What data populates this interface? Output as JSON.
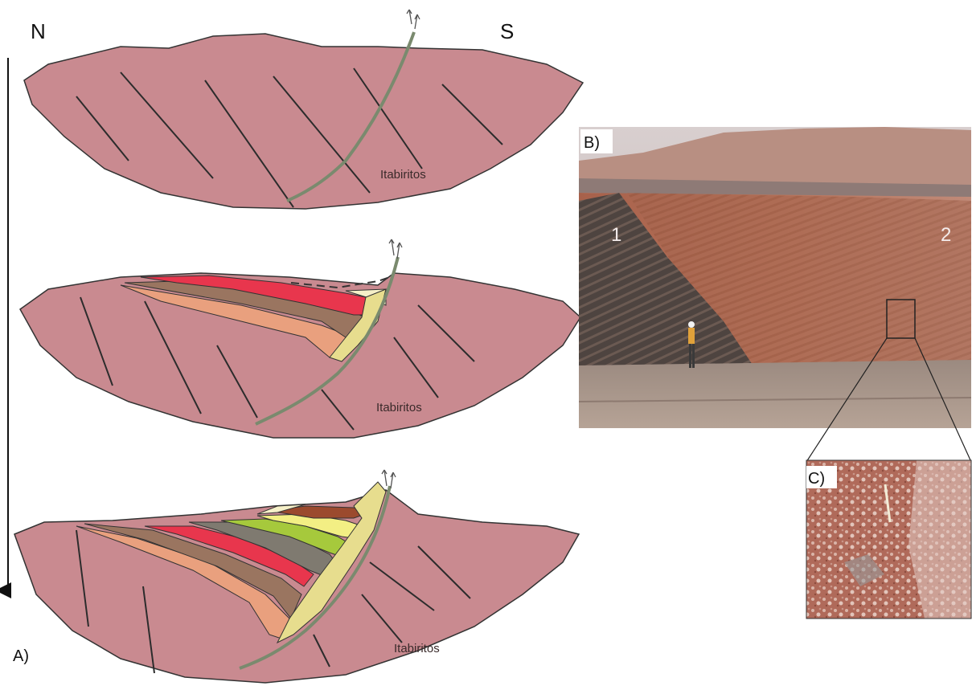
{
  "labels": {
    "north": "N",
    "south": "S",
    "panel_a": "A)",
    "panel_b": "B)",
    "panel_c": "C)"
  },
  "sections": [
    {
      "rock_label": "Itabiritos"
    },
    {
      "rock_label": "Itabiritos"
    },
    {
      "rock_label": "Itabiritos"
    }
  ],
  "photo_markers": {
    "left": "1",
    "right": "2"
  },
  "colors": {
    "basement": "#c98a90",
    "outline": "#333333",
    "fault": "#7a8a6e",
    "red_layer": "#e8364d",
    "brown_layer": "#9a7560",
    "salmon_layer": "#e9a07e",
    "cream_layer": "#f6f0c8",
    "yellow_layer": "#f3ef84",
    "green_layer": "#a6c93c",
    "gray_layer": "#7f7a70",
    "dark_brown_layer": "#9b4a2e",
    "breccia": "#e7dd8e"
  },
  "icons": {
    "fault_arrows": "fault-arrows-icon",
    "time_arrow": "arrow-down-icon"
  }
}
